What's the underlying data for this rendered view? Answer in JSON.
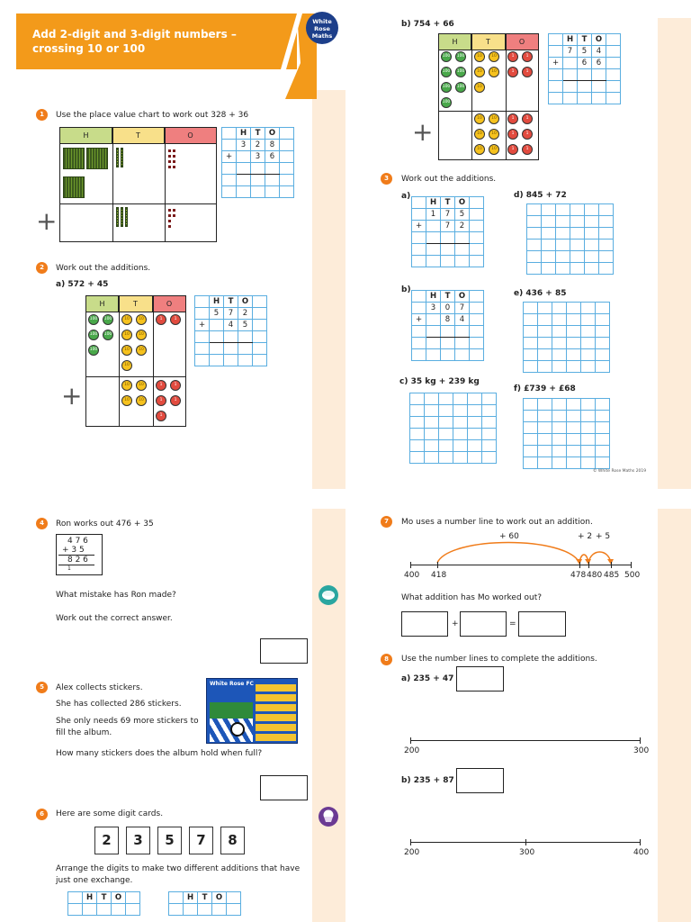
{
  "header": {
    "title": "Add 2-digit and 3-digit numbers – crossing 10 or 100",
    "logo": "White Rose Maths"
  },
  "pv_headers": [
    "H",
    "T",
    "O"
  ],
  "grid_headers": [
    "H",
    "T",
    "O"
  ],
  "q1": {
    "num": "1",
    "text": "Use the place value chart to work out 328 + 36",
    "rows": [
      [
        "",
        "3",
        "2",
        "8"
      ],
      [
        "+",
        "",
        "3",
        "6"
      ]
    ]
  },
  "q2": {
    "num": "2",
    "text": "Work out the additions.",
    "a": "a) 572 + 45",
    "rows": [
      [
        "",
        "5",
        "7",
        "2"
      ],
      [
        "+",
        "",
        "4",
        "5"
      ]
    ]
  },
  "q2b": {
    "label": "b) 754 + 66",
    "rows": [
      [
        "",
        "7",
        "5",
        "4"
      ],
      [
        "+",
        "",
        "6",
        "6"
      ]
    ]
  },
  "coins": {
    "c100": "100",
    "c10": "10",
    "c1": "1"
  },
  "q3": {
    "num": "3",
    "text": "Work out the additions.",
    "a_label": "a)",
    "a_rows": [
      [
        "",
        "1",
        "7",
        "5"
      ],
      [
        "+",
        "",
        "7",
        "2"
      ]
    ],
    "b_label": "b)",
    "b_rows": [
      [
        "",
        "3",
        "0",
        "7"
      ],
      [
        "+",
        "",
        "8",
        "4"
      ]
    ],
    "c": "c)  35 kg + 239 kg",
    "d": "d) 845 + 72",
    "e": "e) 436 + 85",
    "f": "f) £739 + £68"
  },
  "copyright": "© White Rose Maths 2019",
  "q4": {
    "num": "4",
    "text": "Ron works out 476 + 35",
    "work": [
      "4 7 6",
      "+ 3 5",
      "8 2 6",
      "1"
    ],
    "q1": "What mistake has Ron made?",
    "q2": "Work out the correct answer."
  },
  "q5": {
    "num": "5",
    "l1": "Alex collects stickers.",
    "l2": "She has collected 286 stickers.",
    "l3": "She only needs 69 more stickers to",
    "l4": "fill the album.",
    "q": "How many stickers does the album hold when full?",
    "sticker_title": "White Rose FC"
  },
  "q6": {
    "num": "6",
    "text": "Here are some digit cards.",
    "cards": [
      "2",
      "3",
      "5",
      "7",
      "8"
    ],
    "l1": "Arrange the digits to make two different additions that have",
    "l2": "just one exchange."
  },
  "q7": {
    "num": "7",
    "text": "Mo uses a number line to work out an addition.",
    "jumps": [
      "+ 60",
      "+ 2",
      "+ 5"
    ],
    "labels": [
      "400",
      "418",
      "478",
      "480",
      "485",
      "500"
    ],
    "q": "What addition has Mo worked out?",
    "plus": "+",
    "eq": "="
  },
  "q8": {
    "num": "8",
    "text": "Use the number lines to complete the additions.",
    "a": "a) 235 + 47 =",
    "a_labels": [
      "200",
      "300"
    ],
    "b": "b) 235 + 87 =",
    "b_labels": [
      "200",
      "300",
      "400"
    ]
  },
  "icons": {
    "cup": "reasoning-cup-icon",
    "cupcake": "cupcake-icon"
  }
}
